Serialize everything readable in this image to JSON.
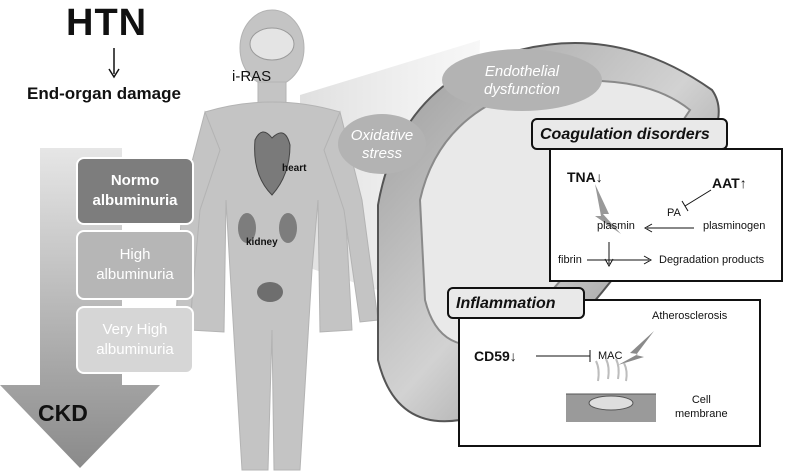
{
  "header": {
    "htn": "HTN",
    "end_organ": "End-organ damage"
  },
  "body_labels": {
    "iras": "i-RAS",
    "heart": "heart",
    "kidney": "kidney"
  },
  "albuminuria": {
    "normo": [
      "Normo",
      "albuminuria"
    ],
    "high": [
      "High",
      "albuminuria"
    ],
    "very_high": [
      "Very High",
      "albuminuria"
    ]
  },
  "outcome": "CKD",
  "ellipses": {
    "endothelial": [
      "Endothelial",
      "dysfunction"
    ],
    "oxidative": [
      "Oxidative",
      "stress"
    ]
  },
  "coagulation": {
    "title": "Coagulation disorders",
    "tna": "TNA↓",
    "aat": "AAT↑",
    "pa": "PA",
    "plasmin": "plasmin",
    "plasminogen": "plasminogen",
    "fibrin": "fibrin",
    "degradation": "Degradation products"
  },
  "inflammation": {
    "title": "Inflammation",
    "atherosclerosis": "Atherosclerosis",
    "cd59": "CD59↓",
    "mac": "MAC",
    "cell_membrane": [
      "Cell",
      "membrane"
    ]
  },
  "colors": {
    "dark_gray": "#7d7d7d",
    "mid_gray": "#b6b6b6",
    "light_gray": "#d6d6d6",
    "panel_title_bg": "#e9e9e9",
    "ellipse": "#b3b3b3"
  }
}
